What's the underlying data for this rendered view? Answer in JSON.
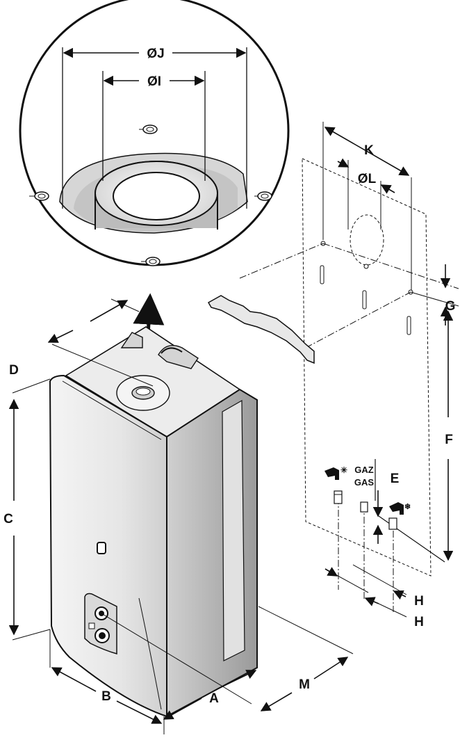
{
  "labels": {
    "oj": "ØJ",
    "oi": "ØI",
    "k": "K",
    "ol": "ØL",
    "g": "G",
    "f": "F",
    "e": "E",
    "h1": "H",
    "h2": "H",
    "d": "D",
    "c": "C",
    "b": "B",
    "a": "A",
    "m": "M",
    "gaz": "GAZ",
    "gas": "GAS"
  }
}
